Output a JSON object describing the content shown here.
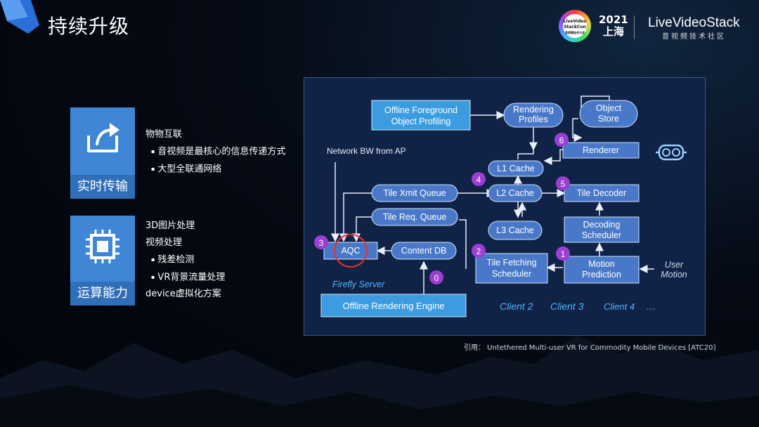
{
  "header": {
    "title": "持续升级",
    "event_year": "2021",
    "event_city": "上海",
    "event_logo_text": [
      "LiveVideo",
      "StackCon",
      "音视频技术大会"
    ],
    "brand_name": "LiveVideoStack",
    "brand_tagline": "音视频技术社区"
  },
  "features": [
    {
      "label": "实时传输",
      "icon": "share-upload-icon",
      "lines": [
        {
          "text": "物物互联",
          "sub": false
        },
        {
          "text": "音视频是最核心的信息传递方式",
          "sub": true
        },
        {
          "text": "大型全联通网络",
          "sub": true
        }
      ]
    },
    {
      "label": "运算能力",
      "icon": "chip-icon",
      "lines": [
        {
          "text": "3D图片处理",
          "sub": false
        },
        {
          "text": "视频处理",
          "sub": false
        },
        {
          "text": "残差检测",
          "sub": true
        },
        {
          "text": "VR背景流量处理",
          "sub": true
        },
        {
          "text": "device虚拟化方案",
          "sub": false
        }
      ]
    }
  ],
  "diagram": {
    "nodes": {
      "offline_fg": [
        "Offline Foreground",
        "Object Profiling"
      ],
      "rendering_profiles": [
        "Rendering",
        "Profiles"
      ],
      "object_store": [
        "Object",
        "Store"
      ],
      "renderer": "Renderer",
      "l1_cache": "L1 Cache",
      "l2_cache": "L2 Cache",
      "l3_cache": "L3 Cache",
      "tile_decoder": "Tile Decoder",
      "tile_xmit_queue": "Tile Xmit Queue",
      "tile_req_queue": "Tile Req. Queue",
      "decoding_scheduler": [
        "Decoding",
        "Scheduler"
      ],
      "aqc": "AQC",
      "content_db": "Content DB",
      "tile_fetching_scheduler": [
        "Tile Fetching",
        "Scheduler"
      ],
      "motion_prediction": [
        "Motion",
        "Prediction"
      ],
      "offline_rendering_engine": "Offline Rendering Engine"
    },
    "labels": {
      "network_bw": "Network BW from AP",
      "firefly_server": "Firefly Server",
      "user_motion": [
        "User",
        "Motion"
      ],
      "clients": [
        "Client 2",
        "Client 3",
        "Client 4",
        "…"
      ]
    },
    "step_badges": [
      "0",
      "1",
      "2",
      "3",
      "4",
      "5",
      "6"
    ]
  },
  "citation": "引用：  Untethered Multi-user VR for Commodity Mobile Devices [ATC20]",
  "colors": {
    "tile": "#3f87d6",
    "diagram_bg": "#102246",
    "box_fill": "#4a78c8",
    "server_fill": "#3b9de0",
    "badge": "#9b3fd1",
    "highlight_circle": "#e53030"
  }
}
